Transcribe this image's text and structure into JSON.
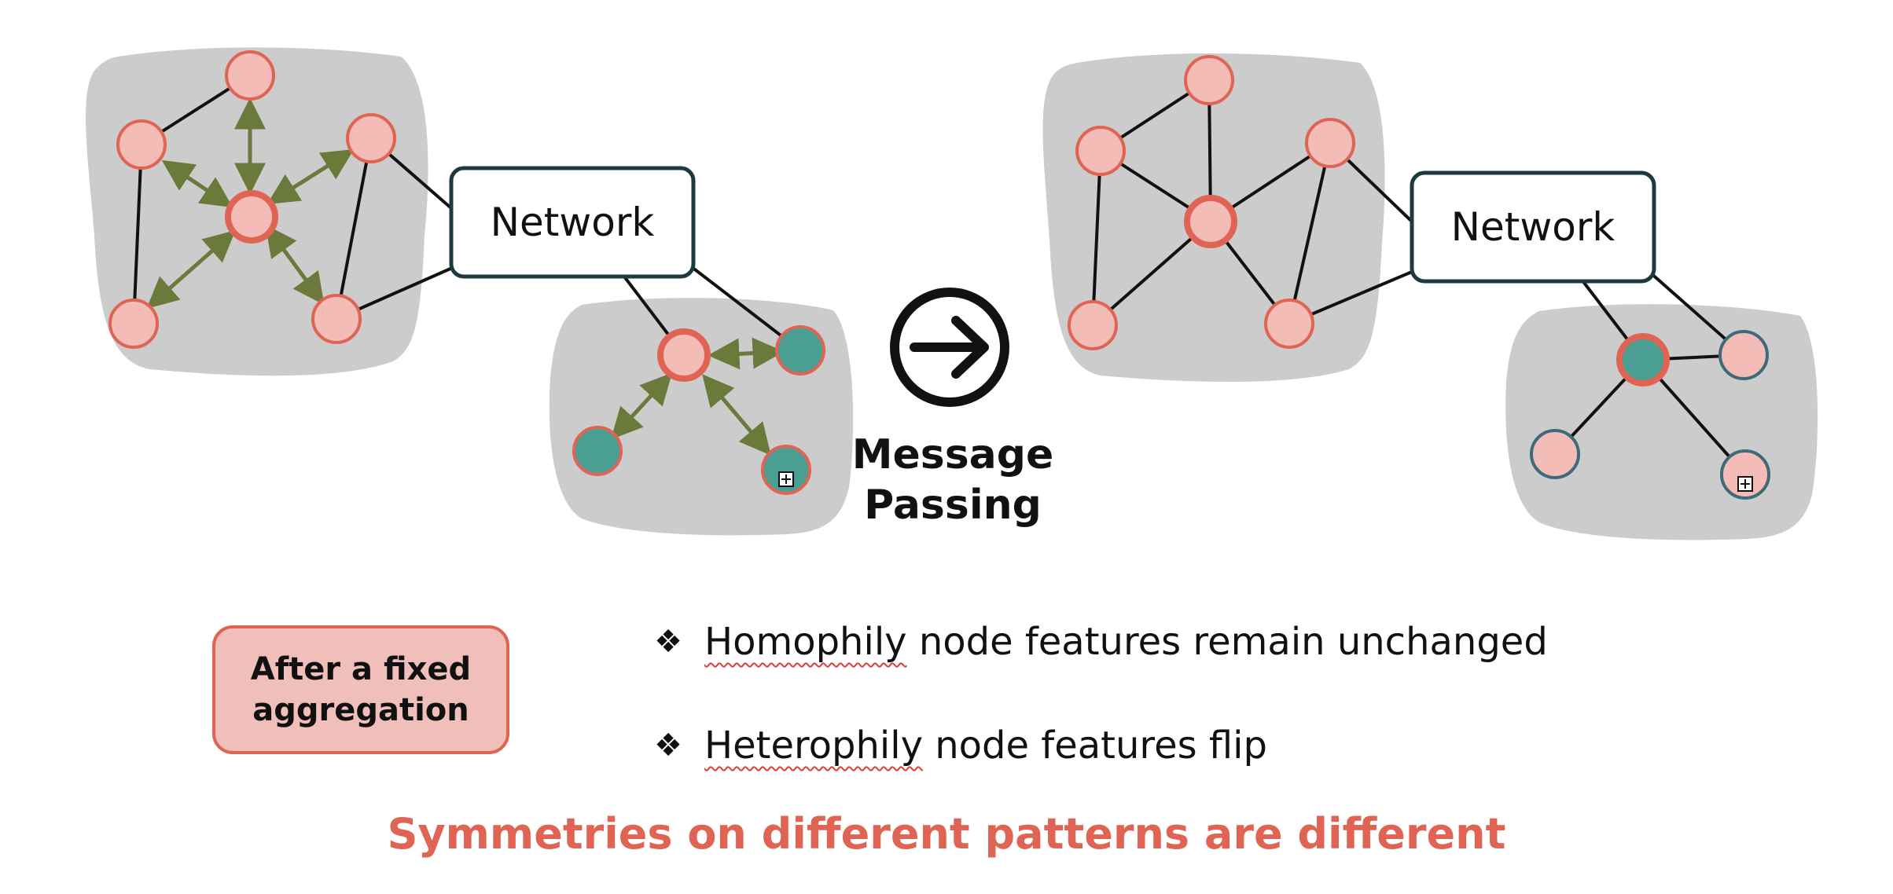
{
  "diagram": {
    "network_label_left": "Network",
    "network_label_right": "Network",
    "message_passing_line1": "Message",
    "message_passing_line2": "Passing",
    "arrow_icon": "arrow-right-circle-icon"
  },
  "aggregation_box": {
    "label": "After a fixed aggregation"
  },
  "bullets": [
    {
      "glyph": "❖",
      "term": "Homophily",
      "text": " node features remain unchanged"
    },
    {
      "glyph": "❖",
      "term": "Heterophily",
      "text": " node features flip"
    }
  ],
  "conclusion": "Symmetries on different patterns are different",
  "colors": {
    "node_pink": "#f4bcb7",
    "node_border": "#e06453",
    "node_teal": "#4a9e92",
    "teal_border": "#3d6b7a",
    "blob_gray": "#cccccc",
    "arrow_olive": "#6b7a3a",
    "accent": "#e06453"
  }
}
